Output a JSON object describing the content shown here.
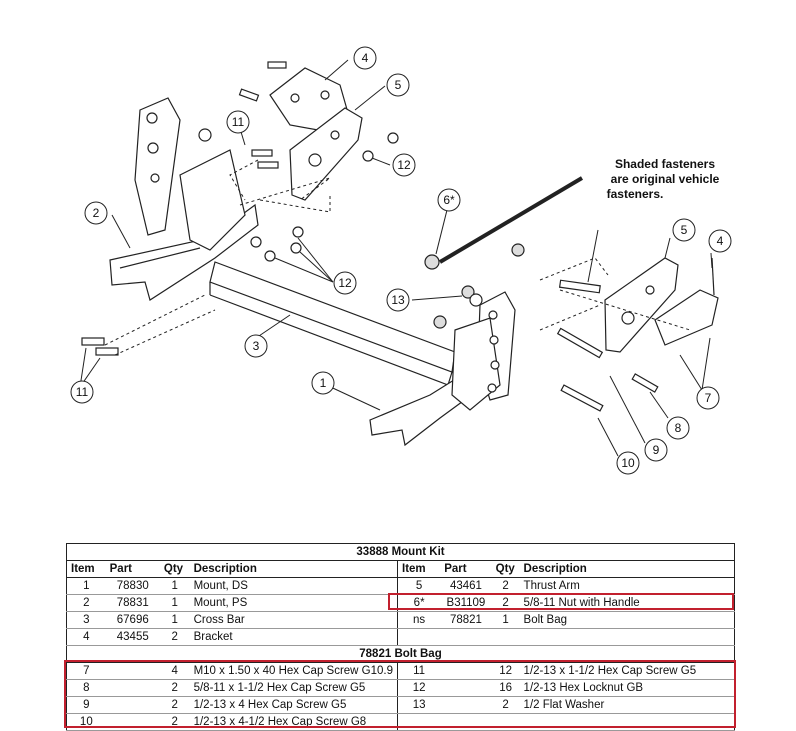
{
  "diagram": {
    "callouts": [
      "4",
      "5",
      "11",
      "12",
      "2",
      "6*",
      "5",
      "4",
      "13",
      "12",
      "3",
      "1",
      "11",
      "7",
      "8",
      "9",
      "10"
    ],
    "note": [
      "Shaded fasteners",
      "are original vehicle",
      "fasteners."
    ]
  },
  "table": {
    "kit_title": "33888  Mount Kit",
    "bag_title": "78821  Bolt Bag",
    "headers": [
      "Item",
      "Part",
      "Qty",
      "Description",
      "Item",
      "Part",
      "Qty",
      "Description"
    ],
    "kit_rows": [
      [
        "1",
        "78830",
        "1",
        "Mount, DS",
        "5",
        "43461",
        "2",
        "Thrust Arm"
      ],
      [
        "2",
        "78831",
        "1",
        "Mount, PS",
        "6*",
        "B31109",
        "2",
        "5/8-11 Nut with Handle"
      ],
      [
        "3",
        "67696",
        "1",
        "Cross Bar",
        "ns",
        "78821",
        "1",
        "Bolt Bag"
      ],
      [
        "4",
        "43455",
        "2",
        "Bracket",
        "",
        "",
        "",
        ""
      ]
    ],
    "bag_rows": [
      [
        "7",
        "",
        "4",
        "M10 x 1.50 x 40 Hex Cap Screw G10.9",
        "11",
        "",
        "12",
        "1/2-13 x 1-1/2 Hex Cap Screw G5"
      ],
      [
        "8",
        "",
        "2",
        "5/8-11 x 1-1/2 Hex Cap Screw G5",
        "12",
        "",
        "16",
        "1/2-13 Hex Locknut GB"
      ],
      [
        "9",
        "",
        "2",
        "1/2-13 x 4 Hex Cap Screw G5",
        "13",
        "",
        "2",
        "1/2 Flat Washer"
      ],
      [
        "10",
        "",
        "2",
        "1/2-13 x 4-1/2 Hex Cap Screw G8",
        "",
        "",
        "",
        ""
      ]
    ],
    "highlight_color": "#c2202e"
  }
}
